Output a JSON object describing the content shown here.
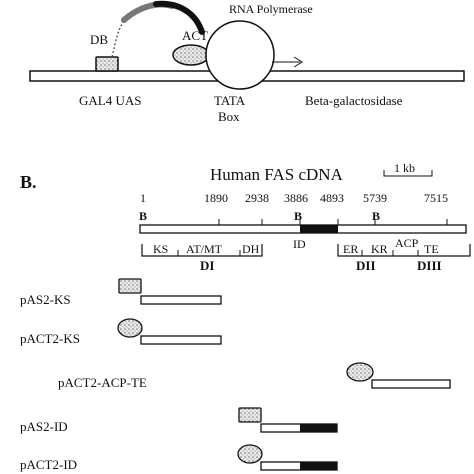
{
  "panel_a": {
    "db_label": "DB",
    "act_label": "ACT",
    "rna_polymerase": "RNA Polymerase",
    "gal4_uas": "GAL4 UAS",
    "tata_line1": "TATA",
    "tata_line2": "Box",
    "beta_gal": "Beta-galactosidase"
  },
  "panel_b": {
    "panel_label": "B.",
    "title": "Human FAS cDNA",
    "scale_bar": "1 kb",
    "positions": {
      "p1": "1",
      "p1890": "1890",
      "p2938": "2938",
      "p3886": "3886",
      "p4893": "4893",
      "p5739": "5739",
      "p7515": "7515"
    },
    "restriction_site": "B",
    "domains": {
      "ks": "KS",
      "atmt": "AT/MT",
      "dh": "DH",
      "id": "ID",
      "er": "ER",
      "kr": "KR",
      "acp": "ACP",
      "te": "TE"
    },
    "groups": {
      "di": "DI",
      "dii": "DII",
      "diii": "DIII"
    },
    "constructs": {
      "pas2_ks": "pAS2-KS",
      "pact2_ks": "pACT2-KS",
      "pact2_acp_te": "pACT2-ACP-TE",
      "pas2_id": "pAS2-ID",
      "pact2_id": "pACT2-ID"
    }
  }
}
